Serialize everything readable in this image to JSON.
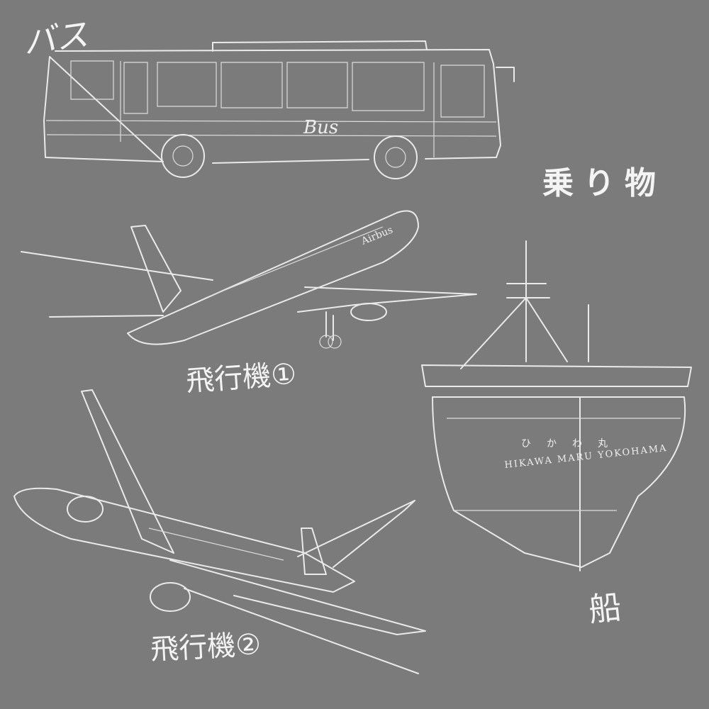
{
  "labels": {
    "title": "乗り物",
    "bus": "バス",
    "plane1": "飛行機①",
    "plane2": "飛行機②",
    "ship": "船"
  },
  "drawing_text": {
    "bus_logo": "Bus",
    "plane_logo": "Airbus",
    "ship_name": "HIKAWA MARU YOKOHAMA",
    "ship_kana": "ひかわ丸"
  },
  "colors": {
    "background": "#7b7b7b",
    "line": "#eaeaea"
  }
}
